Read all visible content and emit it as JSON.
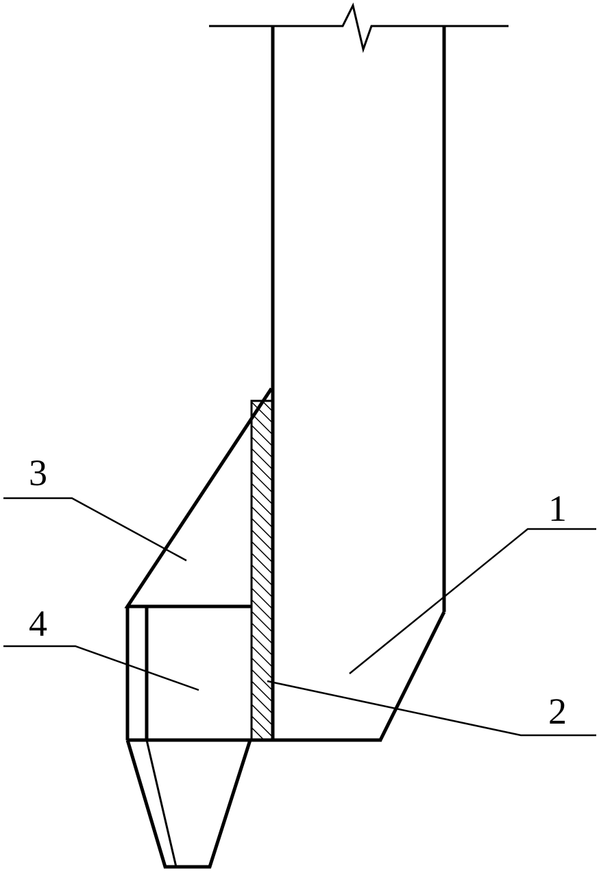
{
  "labels": {
    "part_1": "1",
    "part_2": "2",
    "part_3": "3",
    "part_4": "4"
  },
  "colors": {
    "line": "#000000",
    "background": "#ffffff"
  }
}
